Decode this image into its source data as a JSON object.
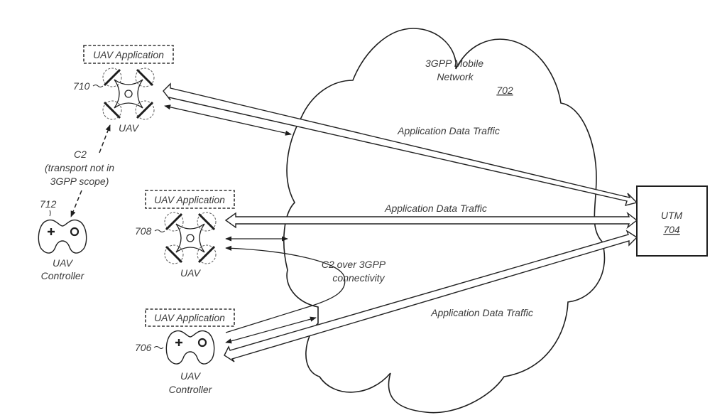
{
  "network": {
    "title_line1": "3GPP Mobile",
    "title_line2": "Network",
    "ref": "702"
  },
  "utm": {
    "title": "UTM",
    "ref": "704"
  },
  "uav_710": {
    "app_label": "UAV Application",
    "ref": "710",
    "label": "UAV"
  },
  "uav_708": {
    "app_label": "UAV Application",
    "ref": "708",
    "label": "UAV"
  },
  "controller_712": {
    "ref": "712",
    "label_line1": "UAV",
    "label_line2": "Controller"
  },
  "controller_706": {
    "app_label": "UAV Application",
    "ref": "706",
    "label_line1": "UAV",
    "label_line2": "Controller"
  },
  "c2_direct": {
    "line1": "C2",
    "line2": "(transport not in",
    "line3": "3GPP scope)"
  },
  "c2_3gpp": {
    "line1": "C2 over 3GPP",
    "line2": "connectivity"
  },
  "traffic_labels": {
    "top": "Application Data Traffic",
    "middle": "Application Data Traffic",
    "bottom": "Application Data Traffic"
  }
}
